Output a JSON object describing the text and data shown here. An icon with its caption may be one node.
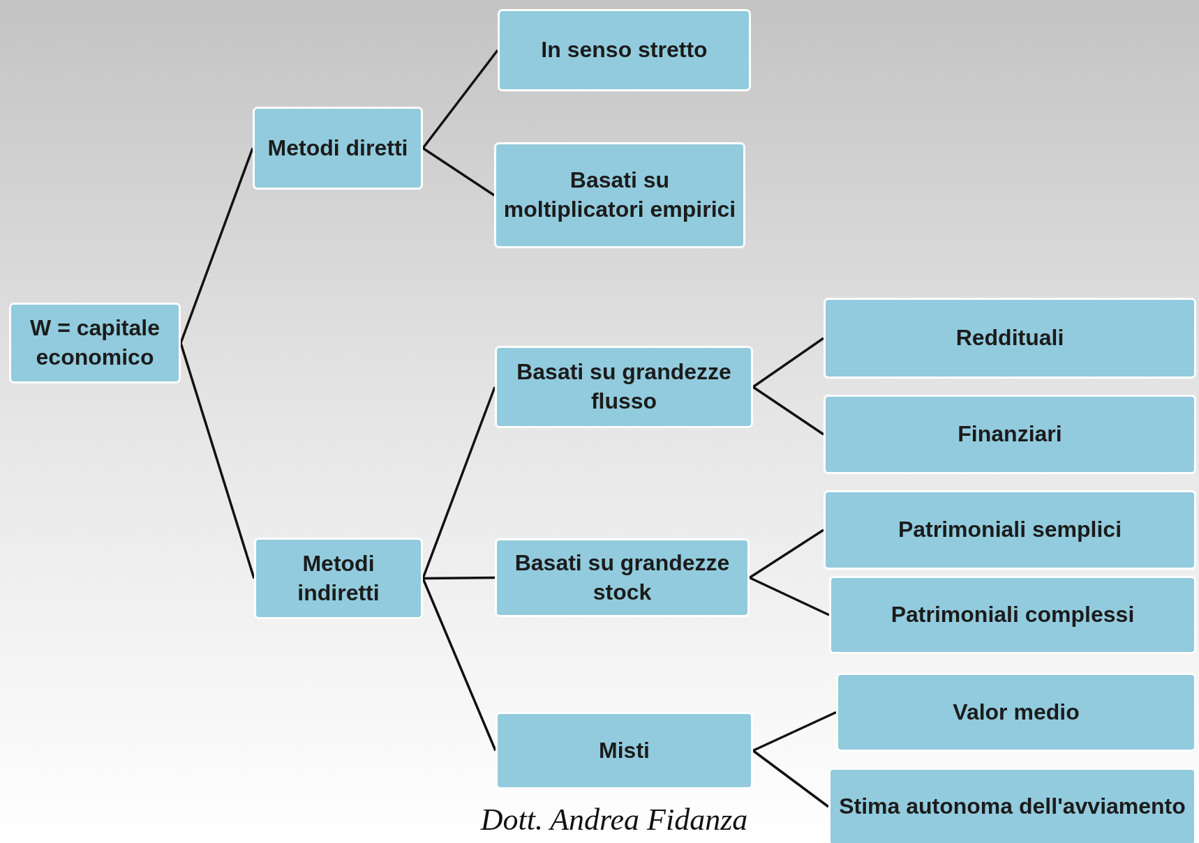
{
  "diagram": {
    "nodes": [
      {
        "text": [
          "W = capitale economico"
        ]
      },
      {
        "text": [
          "Metodi diretti"
        ]
      },
      {
        "text": [
          "In senso stretto"
        ]
      },
      {
        "text": [
          "Basati su moltiplicatori empirici"
        ]
      },
      {
        "text": [
          "Metodi indiretti"
        ]
      },
      {
        "text": [
          "Basati su grandezze flusso"
        ]
      },
      {
        "text": [
          "Basati su grandezze stock"
        ]
      },
      {
        "text": [
          "Misti"
        ]
      },
      {
        "text": [
          "Reddituali"
        ]
      },
      {
        "text": [
          "Finanziari"
        ]
      },
      {
        "text": [
          "Patrimoniali semplici"
        ]
      },
      {
        "text": [
          "Patrimoniali complessi"
        ]
      },
      {
        "text": [
          "Valor medio"
        ]
      },
      {
        "text": [
          "Stima autonoma dell'avviamento"
        ]
      }
    ],
    "edges": [
      {
        "from": 0,
        "to": 1,
        "arrow": "none"
      },
      {
        "from": 0,
        "to": 4,
        "arrow": "none"
      },
      {
        "from": 1,
        "to": 2,
        "arrow": "none"
      },
      {
        "from": 1,
        "to": 3,
        "arrow": "none"
      },
      {
        "from": 4,
        "to": 5,
        "arrow": "none"
      },
      {
        "from": 4,
        "to": 6,
        "arrow": "none"
      },
      {
        "from": 4,
        "to": 7,
        "arrow": "none"
      },
      {
        "from": 5,
        "to": 8,
        "arrow": "none"
      },
      {
        "from": 5,
        "to": 9,
        "arrow": "none"
      },
      {
        "from": 6,
        "to": 10,
        "arrow": "none"
      },
      {
        "from": 6,
        "to": 11,
        "arrow": "none"
      },
      {
        "from": 7,
        "to": 12,
        "arrow": "none"
      },
      {
        "from": 7,
        "to": 13,
        "arrow": "none"
      }
    ],
    "labels": [
      "Dott. Andrea Fidanza"
    ]
  }
}
